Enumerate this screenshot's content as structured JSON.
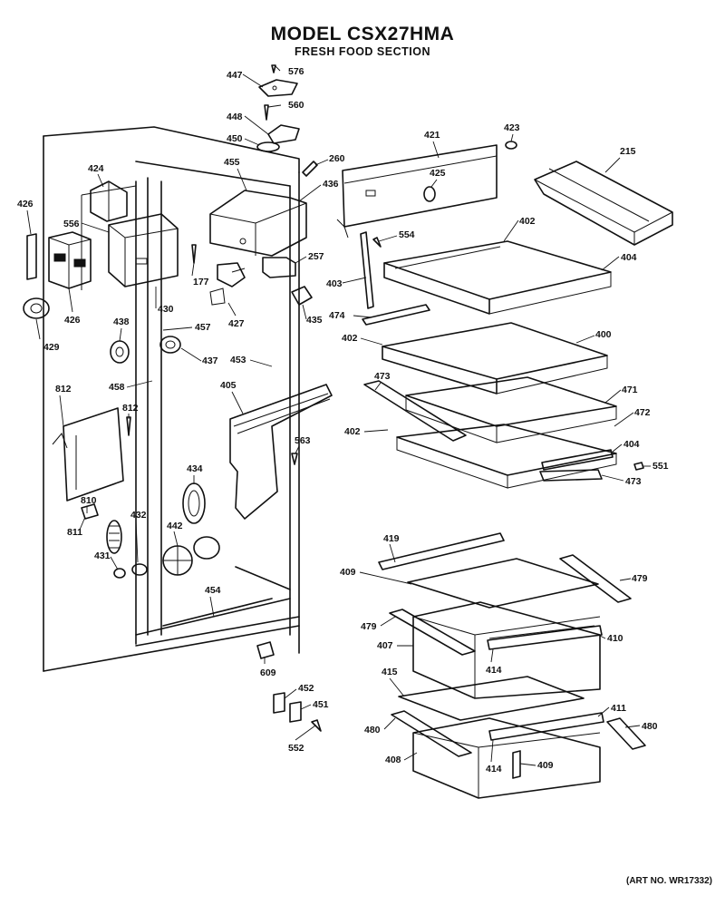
{
  "header": {
    "title": "MODEL CSX27HMA",
    "subtitle": "FRESH FOOD SECTION",
    "art_no": "(ART NO. WR17332)"
  },
  "callouts": [
    "576",
    "447",
    "560",
    "448",
    "450",
    "424",
    "455",
    "436",
    "260",
    "421",
    "423",
    "425",
    "215",
    "426",
    "556",
    "426",
    "429",
    "177",
    "427",
    "257",
    "554",
    "402",
    "403",
    "404",
    "430",
    "435",
    "438",
    "457",
    "437",
    "474",
    "402",
    "400",
    "458",
    "453",
    "405",
    "473",
    "471",
    "472",
    "812",
    "812",
    "563",
    "402",
    "404",
    "551",
    "473",
    "434",
    "810",
    "811",
    "432",
    "442",
    "431",
    "454",
    "419",
    "409",
    "479",
    "479",
    "410",
    "407",
    "414",
    "609",
    "415",
    "452",
    "451",
    "552",
    "411",
    "480",
    "480",
    "408",
    "414",
    "409"
  ]
}
